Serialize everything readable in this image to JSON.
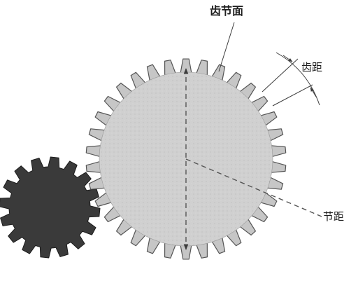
{
  "labels": {
    "tooth_face": "齿节面",
    "tooth_pitch": "齿距",
    "pitch": "节距"
  },
  "gears": {
    "large": {
      "teeth": 34,
      "fill": "#d0d0d0",
      "tooth_fill": "#c6c6c6",
      "stroke": "#555555"
    },
    "small": {
      "teeth": 16,
      "fill": "#3a3a3a",
      "stroke": "#1c1c1c"
    }
  },
  "colors": {
    "leader": "#3c3c3c",
    "dashed": "#555555",
    "text": "#1e1e1e"
  }
}
